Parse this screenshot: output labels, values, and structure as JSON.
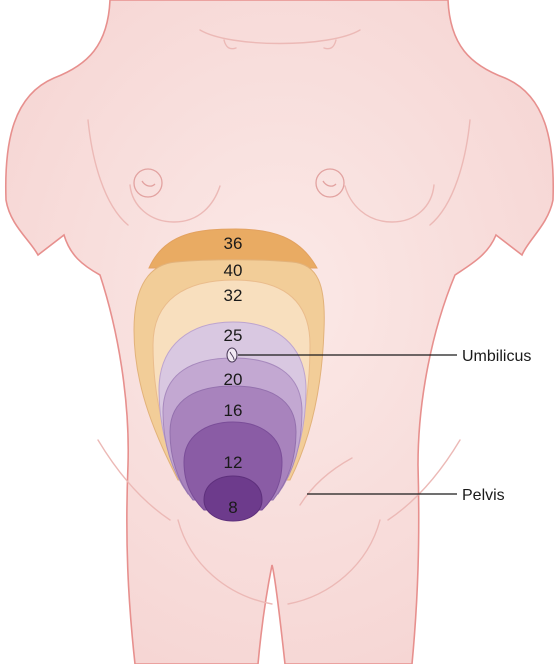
{
  "figure": {
    "zones": [
      {
        "week": "36",
        "color": "#e9ab63"
      },
      {
        "week": "40",
        "color": "#f2cd98"
      },
      {
        "week": "32",
        "color": "#f8dfbe"
      },
      {
        "week": "25",
        "color": "#d9c8e1"
      },
      {
        "week": "20",
        "color": "#c3a8d2"
      },
      {
        "week": "16",
        "color": "#a883bd"
      },
      {
        "week": "12",
        "color": "#8a5ca5"
      },
      {
        "week": "8",
        "color": "#6d3b8c"
      }
    ],
    "callouts": {
      "umbilicus": "Umbilicus",
      "pelvis": "Pelvis"
    },
    "colors": {
      "skin": "#f8dfde",
      "skin_outline": "#e7908e",
      "contour": "#ecb9b6"
    }
  }
}
